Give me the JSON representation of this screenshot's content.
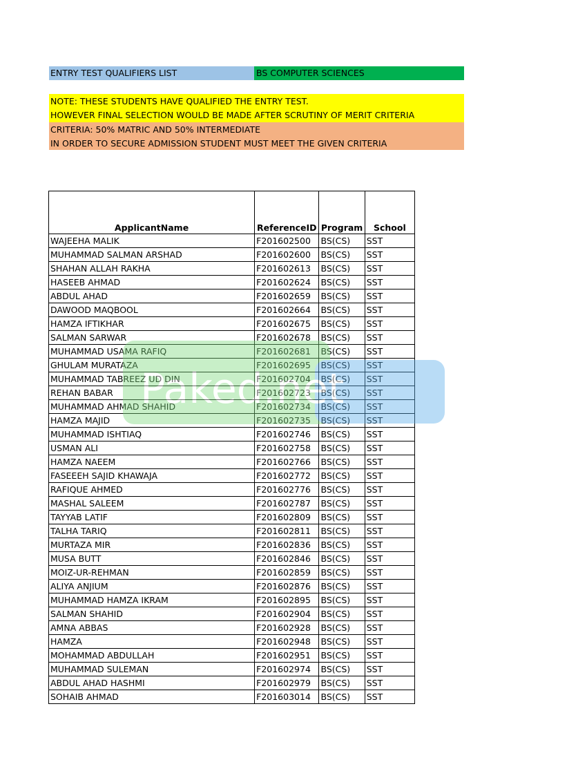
{
  "header": {
    "title": "ENTRY TEST QUALIFIERS LIST",
    "program": "BS COMPUTER SCIENCES"
  },
  "note": {
    "line1": "NOTE: THESE STUDENTS HAVE QUALIFIED THE ENTRY TEST.",
    "line2": "HOWEVER FINAL SELECTION WOULD BE MADE AFTER SCRUTINY OF MERIT CRITERIA"
  },
  "criteria": {
    "line1": "CRITERIA: 50% MATRIC AND 50% INTERMEDIATE",
    "line2": "IN ORDER TO SECURE ADMISSION STUDENT MUST MEET THE GIVEN CRITERIA"
  },
  "table": {
    "columns": [
      "ApplicantName",
      "ReferenceID",
      "Program",
      "School"
    ],
    "rows": [
      [
        "WAJEEHA MALIK",
        "F201602500",
        "BS(CS)",
        "SST"
      ],
      [
        "MUHAMMAD SALMAN ARSHAD",
        "F201602600",
        "BS(CS)",
        "SST"
      ],
      [
        "SHAHAN ALLAH RAKHA",
        "F201602613",
        "BS(CS)",
        "SST"
      ],
      [
        "HASEEB AHMAD",
        "F201602624",
        "BS(CS)",
        "SST"
      ],
      [
        "ABDUL AHAD",
        "F201602659",
        "BS(CS)",
        "SST"
      ],
      [
        "DAWOOD MAQBOOL",
        "F201602664",
        "BS(CS)",
        "SST"
      ],
      [
        "HAMZA IFTIKHAR",
        "F201602675",
        "BS(CS)",
        "SST"
      ],
      [
        "SALMAN SARWAR",
        "F201602678",
        "BS(CS)",
        "SST"
      ],
      [
        "MUHAMMAD USAMA RAFIQ",
        "F201602681",
        "BS(CS)",
        "SST"
      ],
      [
        "GHULAM MURATAZA",
        "F201602695",
        "BS(CS)",
        "SST"
      ],
      [
        "MUHAMMAD TABREEZ UD DIN",
        "F201602704",
        "BS(CS)",
        "SST"
      ],
      [
        "REHAN BABAR",
        "F201602723",
        "BS(CS)",
        "SST"
      ],
      [
        "MUHAMMAD AHMAD SHAHID",
        "F201602734",
        "BS(CS)",
        "SST"
      ],
      [
        "HAMZA MAJID",
        "F201602735",
        "BS(CS)",
        "SST"
      ],
      [
        "MUHAMMAD ISHTIAQ",
        "F201602746",
        "BS(CS)",
        "SST"
      ],
      [
        "USMAN ALI",
        "F201602758",
        "BS(CS)",
        "SST"
      ],
      [
        "HAMZA NAEEM",
        "F201602766",
        "BS(CS)",
        "SST"
      ],
      [
        "FASEEEH SAJID KHAWAJA",
        "F201602772",
        "BS(CS)",
        "SST"
      ],
      [
        "RAFIQUE AHMED",
        "F201602776",
        "BS(CS)",
        "SST"
      ],
      [
        "MASHAL SALEEM",
        "F201602787",
        "BS(CS)",
        "SST"
      ],
      [
        "TAYYAB LATIF",
        "F201602809",
        "BS(CS)",
        "SST"
      ],
      [
        "TALHA TARIQ",
        "F201602811",
        "BS(CS)",
        "SST"
      ],
      [
        "MURTAZA MIR",
        "F201602836",
        "BS(CS)",
        "SST"
      ],
      [
        "MUSA BUTT",
        "F201602846",
        "BS(CS)",
        "SST"
      ],
      [
        "MOIZ-UR-REHMAN",
        "F201602859",
        "BS(CS)",
        "SST"
      ],
      [
        "ALIYA ANJIUM",
        "F201602876",
        "BS(CS)",
        "SST"
      ],
      [
        "MUHAMMAD HAMZA IKRAM",
        "F201602895",
        "BS(CS)",
        "SST"
      ],
      [
        "SALMAN SHAHID",
        "F201602904",
        "BS(CS)",
        "SST"
      ],
      [
        "AMNA ABBAS",
        "F201602928",
        "BS(CS)",
        "SST"
      ],
      [
        "HAMZA",
        "F201602948",
        "BS(CS)",
        "SST"
      ],
      [
        "MOHAMMAD ABDULLAH",
        "F201602951",
        "BS(CS)",
        "SST"
      ],
      [
        "MUHAMMAD SULEMAN",
        "F201602974",
        "BS(CS)",
        "SST"
      ],
      [
        "ABDUL AHAD HASHMI",
        "F201602979",
        "BS(CS)",
        "SST"
      ],
      [
        "SOHAIB AHMAD",
        "F201603014",
        "BS(CS)",
        "SST"
      ]
    ]
  },
  "watermark": {
    "text": "Paked.net"
  },
  "colors": {
    "title_fill": "#9DC3E6",
    "program_fill": "#00B050",
    "note_fill": "#FFFF00",
    "criteria_fill": "#F4B183",
    "watermark_green": "#7DDB7D",
    "watermark_blue": "#5AAEEA"
  }
}
